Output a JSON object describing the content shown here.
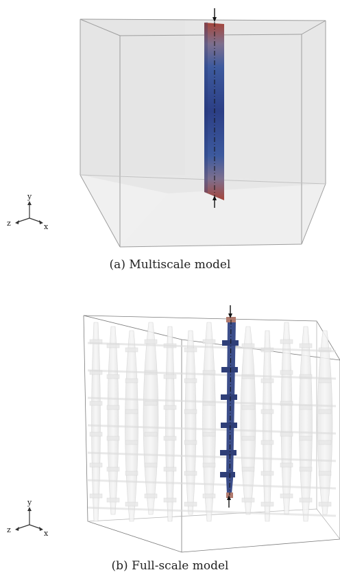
{
  "figure": {
    "panel_a": {
      "caption": "(a) Multiscale model",
      "axes": {
        "y": "y",
        "z": "z",
        "x": "x"
      }
    },
    "panel_b": {
      "caption": "(b) Full-scale model",
      "axes": {
        "y": "y",
        "z": "z",
        "x": "x"
      }
    }
  },
  "colors": {
    "beam_blue": "#2f4f9a",
    "beam_red": "#a5453a",
    "box_fill": "#e8e8e8",
    "box_edge": "#9a9a9a"
  }
}
